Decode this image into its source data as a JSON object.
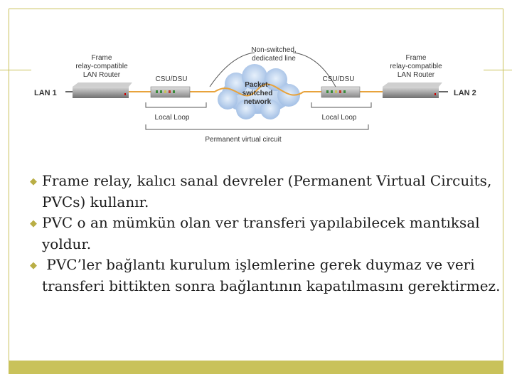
{
  "diagram": {
    "lan_left": "LAN 1",
    "lan_right": "LAN 2",
    "router_left_label": [
      "Frame",
      "relay-compatible",
      "LAN Router"
    ],
    "router_right_label": [
      "Frame",
      "relay-compatible",
      "LAN Router"
    ],
    "csu_left": "CSU/DSU",
    "csu_right": "CSU/DSU",
    "dedicated_line": [
      "Non-switched,",
      "dedicated line"
    ],
    "network": [
      "Packet-",
      "switched",
      "network"
    ],
    "local_loop_left": "Local Loop",
    "local_loop_right": "Local Loop",
    "pvc": "Permanent virtual circuit"
  },
  "bullets": [
    "Frame relay, kalıcı sanal devreler (Permanent Virtual Circuits, PVCs) kullanır.",
    "PVC o an mümkün olan ver transferi yapılabilecek mantıksal yoldur.",
    " PVC’ler bağlantı kurulum işlemlerine gerek duymaz ve veri transferi bittikten sonra bağlantının kapatılmasını gerektirmez."
  ],
  "colors": {
    "accent": "#c9c25a",
    "bullet": "#b9ae45",
    "line": "#e8a33c",
    "cloud": "#a9c4e8"
  },
  "icons": {
    "bullet": "diamond-bullet-icon"
  }
}
